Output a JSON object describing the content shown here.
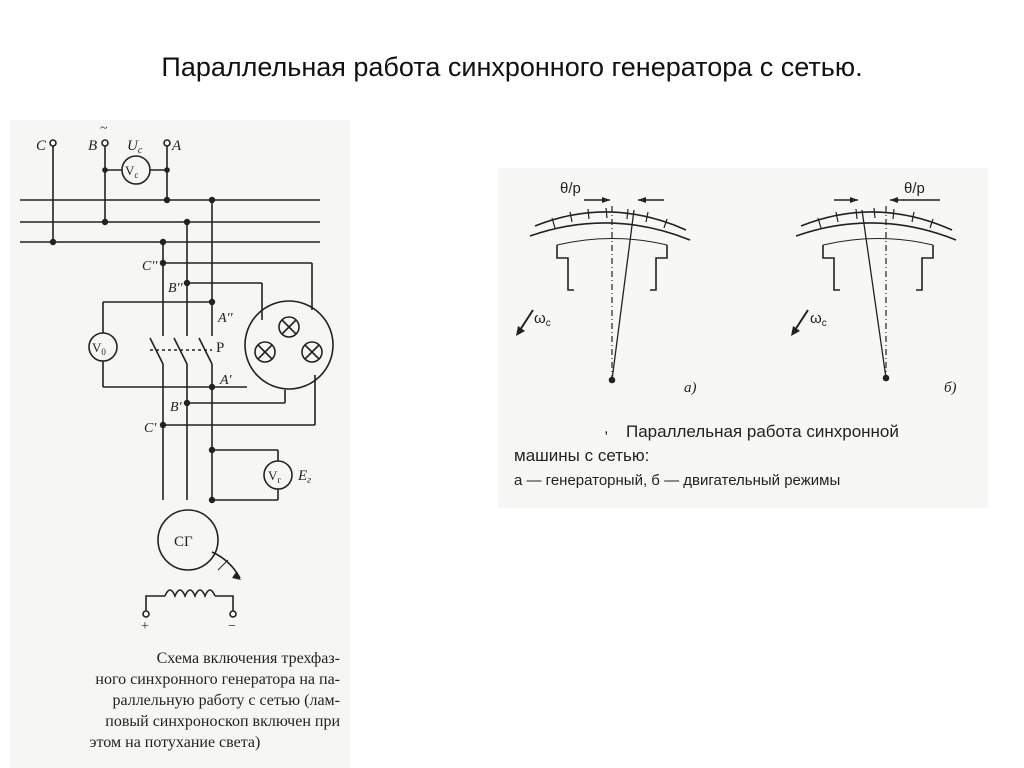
{
  "title": "Параллельная работа синхронного генератора с сетью.",
  "circuit": {
    "terminal_c": "C",
    "terminal_b": "B",
    "terminal_a": "A",
    "tilde": "~",
    "u_c_main": "U",
    "u_c_sub": "c",
    "vc_main": "V",
    "vc_sub": "c",
    "c_dd": "C''",
    "b_dd": "B''",
    "a_dd": "A''",
    "v0_main": "V",
    "v0_sub": "0",
    "switch_label": "P",
    "a_d": "A'",
    "b_d": "B'",
    "c_d": "C'",
    "vg_main": "V",
    "vg_sub": "г",
    "eg_main": "E",
    "eg_sub": "г",
    "generator": "СГ",
    "plus": "+",
    "minus": "−"
  },
  "caption_left": [
    "Схема включения трехфаз-",
    "ного синхронного генератора на па-",
    "раллельную работу с сетью (лам-",
    "повый синхроноскоп включен при",
    "этом на потухание света)"
  ],
  "machines": {
    "theta_a": "θ/p",
    "theta_b": "θ/p",
    "omega_a": "ω",
    "omega_a_sub": "c",
    "omega_b": "ω",
    "omega_b_sub": "c",
    "label_a": "а)",
    "label_b": "б)"
  },
  "caption_right": {
    "dot": ",",
    "line1": "Параллельная работа синхронной",
    "line2": "машины с сетью:",
    "line3": "а — генераторный, б — двигательный режимы"
  }
}
